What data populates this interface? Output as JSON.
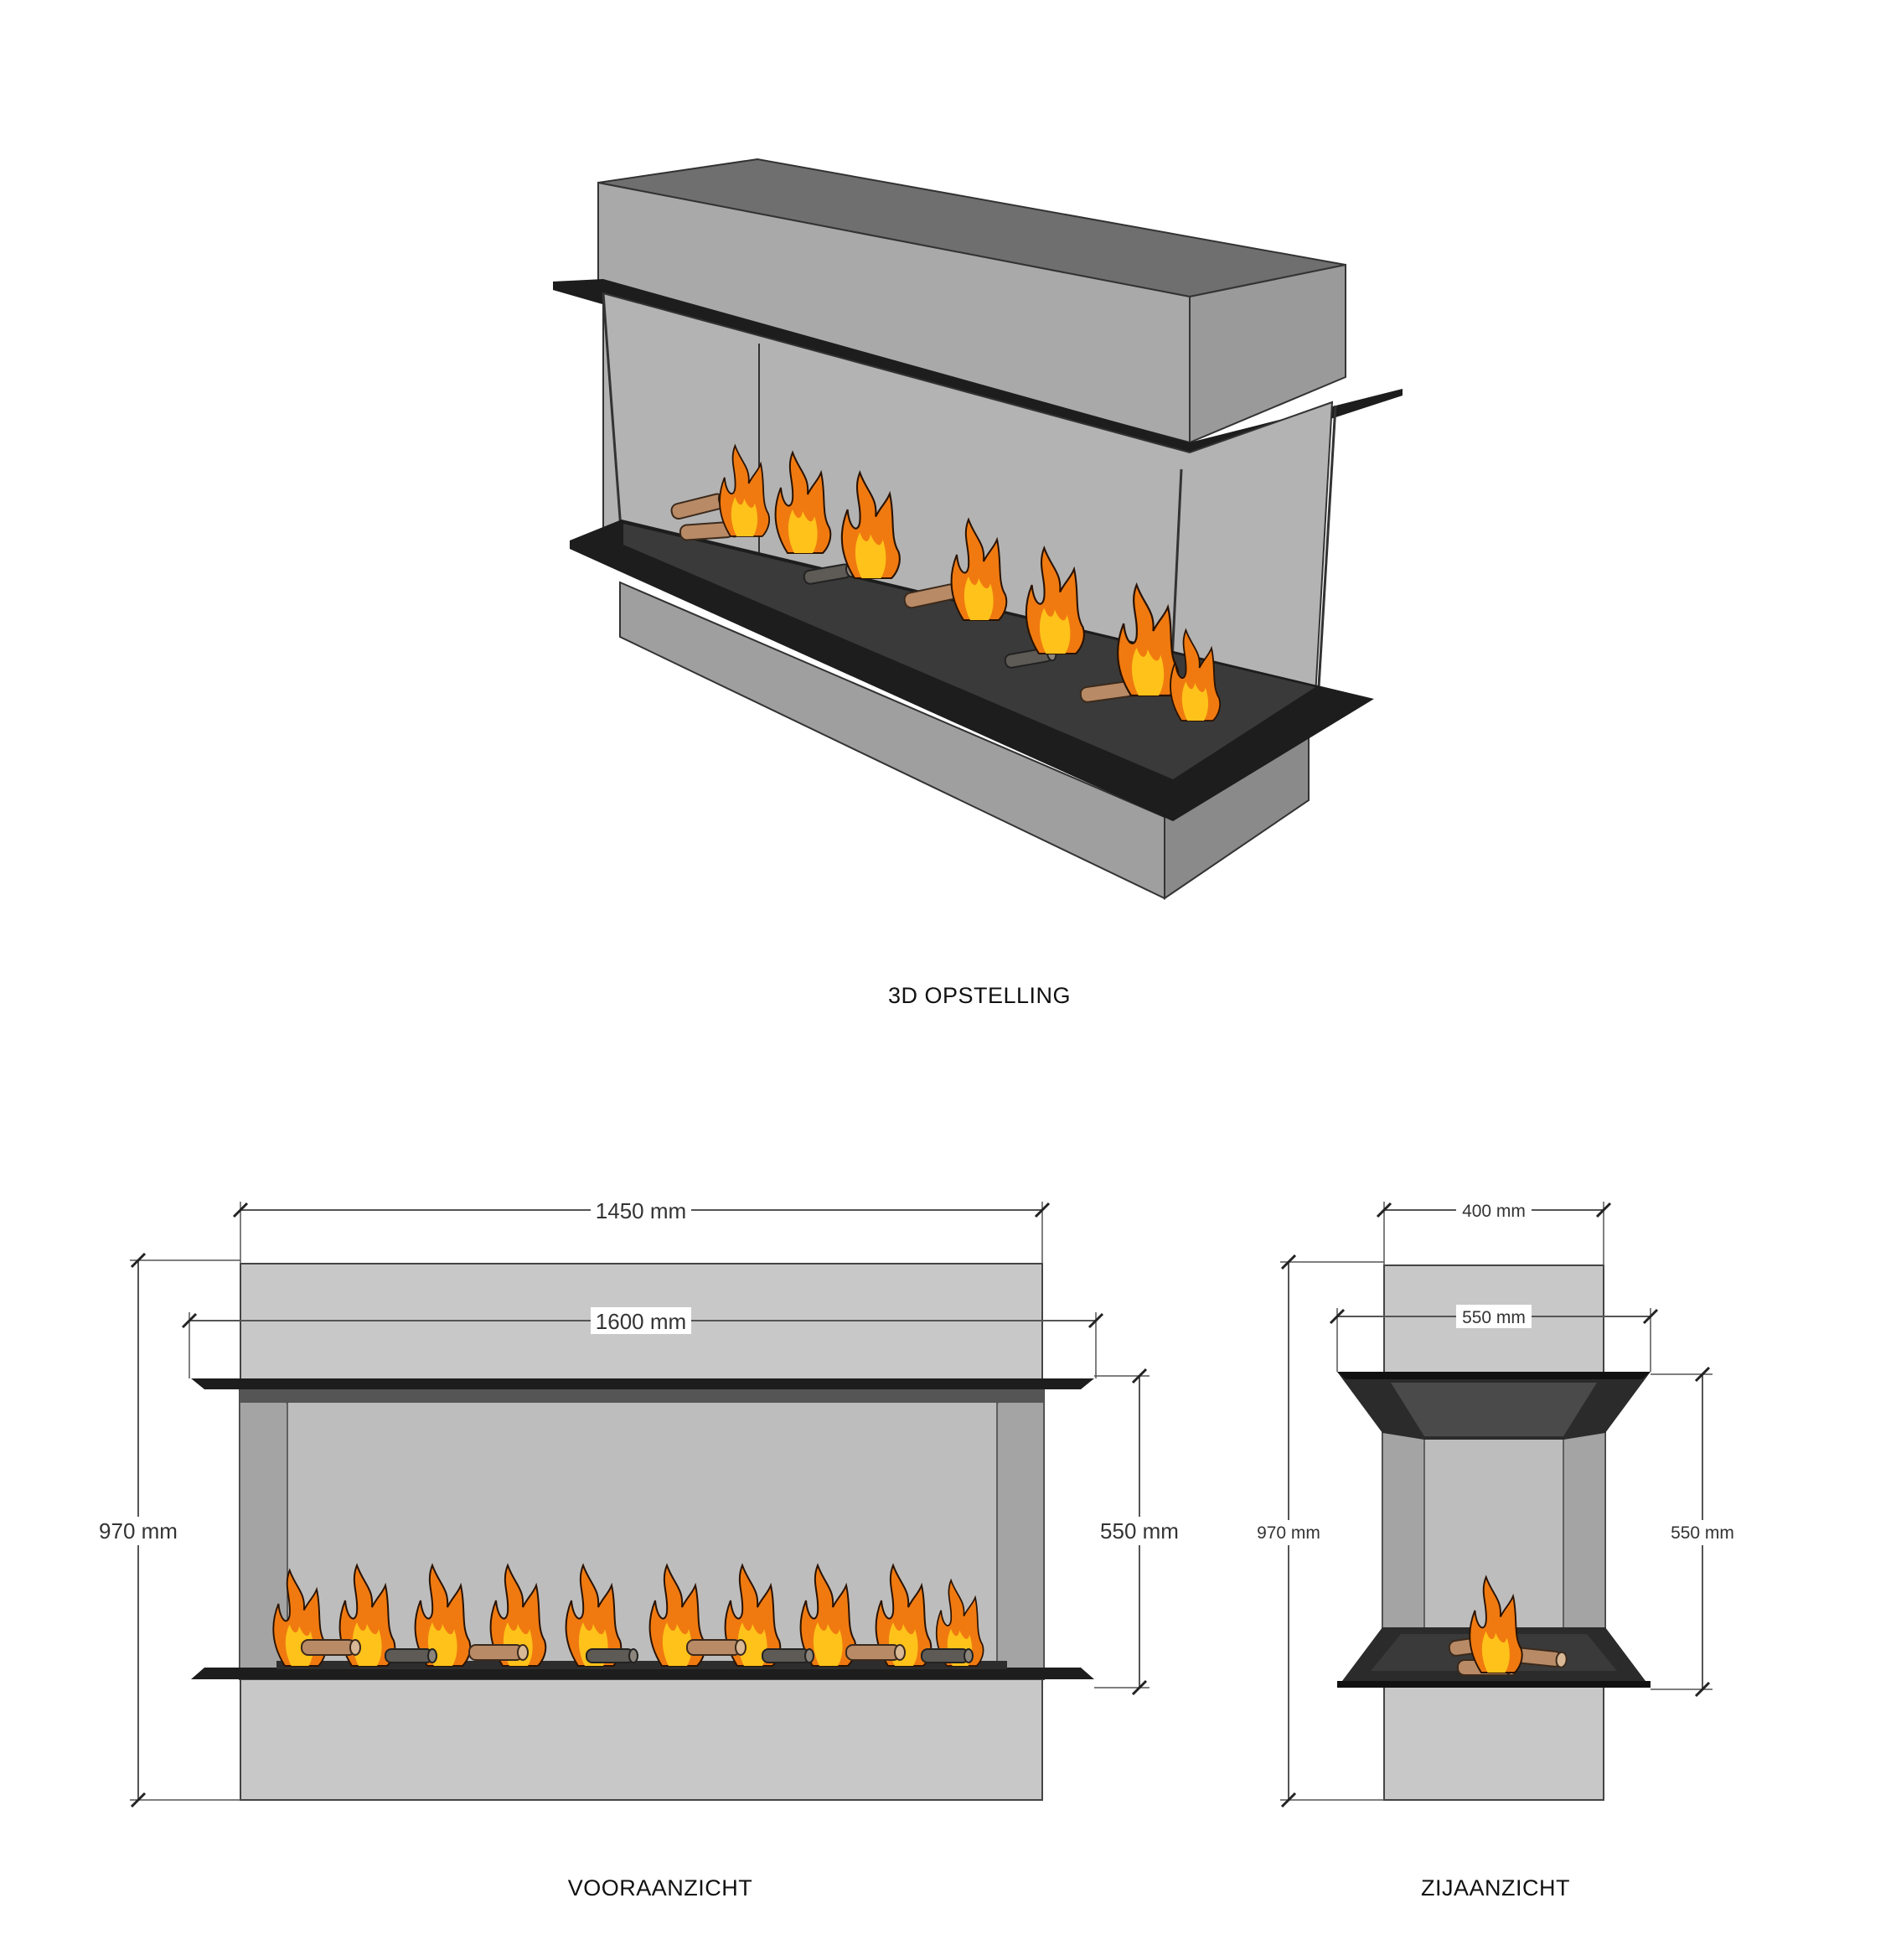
{
  "captions": {
    "perspective": "3D OPSTELLING",
    "front": "VOORAANZICHT",
    "side": "ZIJAANZICHT"
  },
  "front_view": {
    "box_width": "1450 mm",
    "frame_width": "1600 mm",
    "total_height": "970 mm",
    "opening_height": "550 mm"
  },
  "side_view": {
    "box_depth": "400 mm",
    "frame_depth": "550 mm",
    "total_height": "970 mm",
    "opening_height": "550 mm"
  },
  "colors": {
    "panel_light": "#c8c8c8",
    "panel_mid": "#a9a9a9",
    "panel_dark": "#6f6f6f",
    "steel": "#1d1d1d",
    "flame_outer": "#f07a10",
    "flame_inner": "#ffc21a",
    "log": "#b88a66"
  }
}
